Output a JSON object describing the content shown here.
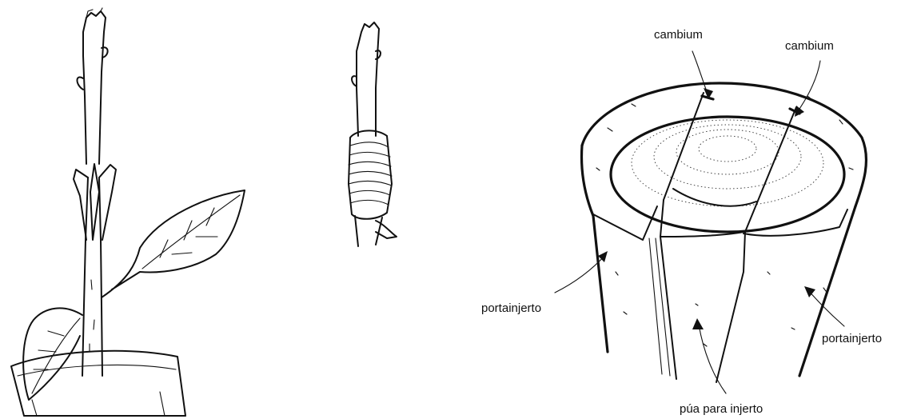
{
  "labels": {
    "cambium_left": "cambium",
    "cambium_right": "cambium",
    "rootstock_left": "portainjerto",
    "rootstock_right": "portainjerto",
    "scion": "púa para injerto"
  },
  "colors": {
    "ink": "#111111",
    "background": "#ffffff"
  }
}
